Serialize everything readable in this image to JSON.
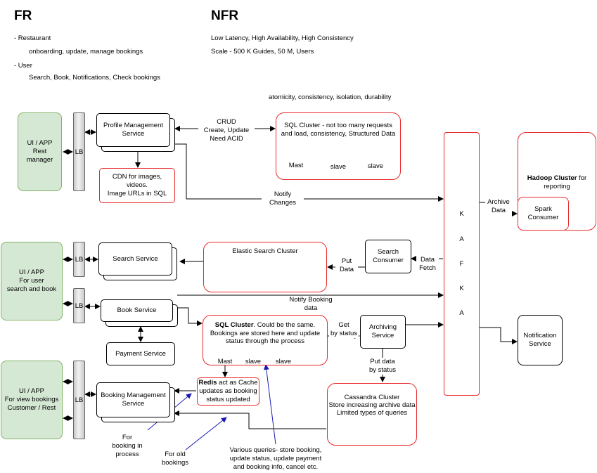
{
  "fr": {
    "title": "FR",
    "restaurant": "- Restaurant",
    "restaurant_items": "onboarding, update, manage bookings",
    "user": "- User",
    "user_items": "Search, Book, Notifications, Check bookings"
  },
  "nfr": {
    "title": "NFR",
    "line1": "Low Latency, High Availability, High Consistency",
    "line2": "Scale - 500 K Guides, 50 M, Users"
  },
  "acid_note": "atomicity, consistency, isolation, durability",
  "clients": {
    "rest_manager": [
      "UI / APP",
      "Rest",
      "manager"
    ],
    "search_book": [
      "UI / APP",
      "For user",
      "search and book"
    ],
    "view_bookings": [
      "UI / APP",
      "For view bookings",
      "Customer / Rest"
    ]
  },
  "lb": "LB",
  "services": {
    "profile": [
      "Profile Management",
      "Service"
    ],
    "search": "Search Service",
    "book": "Book Service",
    "payment": "Payment Service",
    "booking_mgmt": [
      "Booking Management",
      "Service"
    ],
    "search_consumer": [
      "Search",
      "Consumer"
    ],
    "archiving": [
      "Archiving",
      "Service"
    ],
    "notification": [
      "Notification",
      "Service"
    ],
    "spark": [
      "Spark",
      "Consumer"
    ]
  },
  "cdn": [
    "CDN for images,",
    "videos.",
    "Image URLs in SQL"
  ],
  "sql_top": {
    "line1": "SQL Cluster - not too many requests",
    "line2": "and load, consistency, Structured Data",
    "dbs": [
      "Mast",
      "slave",
      "slave"
    ]
  },
  "sql_book": {
    "bold": "SQL Cluster",
    "rest1": ". Could be the same.",
    "line2": "Bookings are stored here and update",
    "line3": "status through the process",
    "dbs": [
      "Mast",
      "slave",
      "slave"
    ]
  },
  "elastic": "Elastic Search Cluster",
  "redis": {
    "bold": "Redis",
    "rest1": " act as Cache",
    "line2": "updates as booking",
    "line3": "status updated"
  },
  "cassandra": [
    "Cassandra Cluster",
    "Store increasing archive data",
    "Limited types of queries"
  ],
  "hadoop": {
    "bold": "Hadoop Cluster",
    "rest1": " for",
    "line2": "reporting"
  },
  "kafka": [
    "K",
    "A",
    "F",
    "K",
    "A"
  ],
  "edge_labels": {
    "crud": [
      "CRUD",
      "Create, Update",
      "Need ACID"
    ],
    "notify_changes": [
      "Notify",
      "Changes"
    ],
    "archive_data": [
      "Archive",
      "Data"
    ],
    "data_fetch": [
      "Data",
      "Fetch"
    ],
    "put_data": [
      "Put",
      "Data"
    ],
    "notify_booking": [
      "Notify Booking",
      "data"
    ],
    "get_by_status": [
      "Get",
      "by status"
    ],
    "put_data_by_status": [
      "Put data",
      "by status"
    ]
  },
  "annotations": {
    "booking_in_process": [
      "For",
      "booking in",
      "process"
    ],
    "old_bookings": [
      "For old",
      "bookings"
    ],
    "various_queries": [
      "Various queries- store booking,",
      "update status, update payment",
      "and booking info, cancel etc."
    ]
  }
}
